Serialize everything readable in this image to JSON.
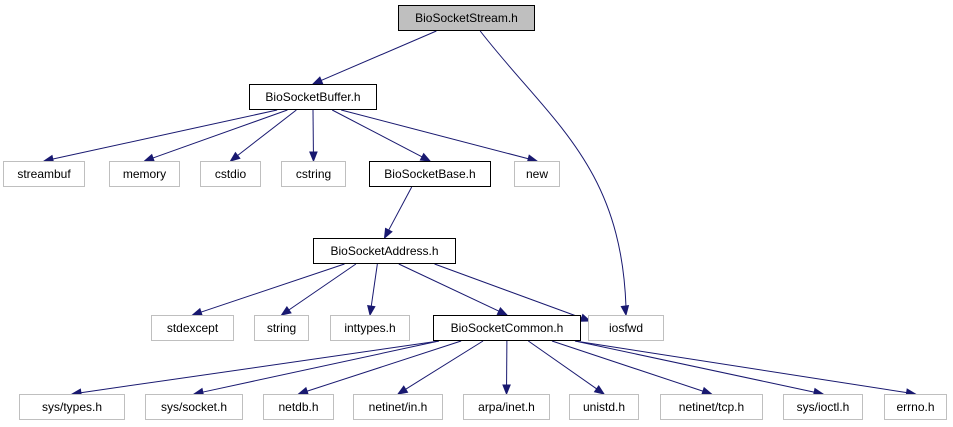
{
  "colors": {
    "edge": "#191970",
    "dark_border": "#000000",
    "light_border": "#bfbfbf",
    "root_fill": "#bfbfbf"
  },
  "nodes": {
    "stream": {
      "label": "BioSocketStream.h"
    },
    "buffer": {
      "label": "BioSocketBuffer.h"
    },
    "streambuf": {
      "label": "streambuf"
    },
    "memory": {
      "label": "memory"
    },
    "cstdio": {
      "label": "cstdio"
    },
    "cstring": {
      "label": "cstring"
    },
    "base": {
      "label": "BioSocketBase.h"
    },
    "new": {
      "label": "new"
    },
    "address": {
      "label": "BioSocketAddress.h"
    },
    "stdexcept": {
      "label": "stdexcept"
    },
    "string": {
      "label": "string"
    },
    "inttypes": {
      "label": "inttypes.h"
    },
    "common": {
      "label": "BioSocketCommon.h"
    },
    "iosfwd": {
      "label": "iosfwd"
    },
    "systypes": {
      "label": "sys/types.h"
    },
    "syssocket": {
      "label": "sys/socket.h"
    },
    "netdb": {
      "label": "netdb.h"
    },
    "netinetin": {
      "label": "netinet/in.h"
    },
    "arpainet": {
      "label": "arpa/inet.h"
    },
    "unistd": {
      "label": "unistd.h"
    },
    "netinettcp": {
      "label": "netinet/tcp.h"
    },
    "sysioctl": {
      "label": "sys/ioctl.h"
    },
    "errno": {
      "label": "errno.h"
    }
  },
  "edges": [
    [
      "stream",
      "buffer"
    ],
    [
      "stream",
      "iosfwd"
    ],
    [
      "buffer",
      "streambuf"
    ],
    [
      "buffer",
      "memory"
    ],
    [
      "buffer",
      "cstdio"
    ],
    [
      "buffer",
      "cstring"
    ],
    [
      "buffer",
      "base"
    ],
    [
      "buffer",
      "new"
    ],
    [
      "base",
      "address"
    ],
    [
      "address",
      "stdexcept"
    ],
    [
      "address",
      "string"
    ],
    [
      "address",
      "inttypes"
    ],
    [
      "address",
      "common"
    ],
    [
      "address",
      "iosfwd"
    ],
    [
      "common",
      "systypes"
    ],
    [
      "common",
      "syssocket"
    ],
    [
      "common",
      "netdb"
    ],
    [
      "common",
      "netinetin"
    ],
    [
      "common",
      "arpainet"
    ],
    [
      "common",
      "unistd"
    ],
    [
      "common",
      "netinettcp"
    ],
    [
      "common",
      "sysioctl"
    ],
    [
      "common",
      "errno"
    ]
  ]
}
